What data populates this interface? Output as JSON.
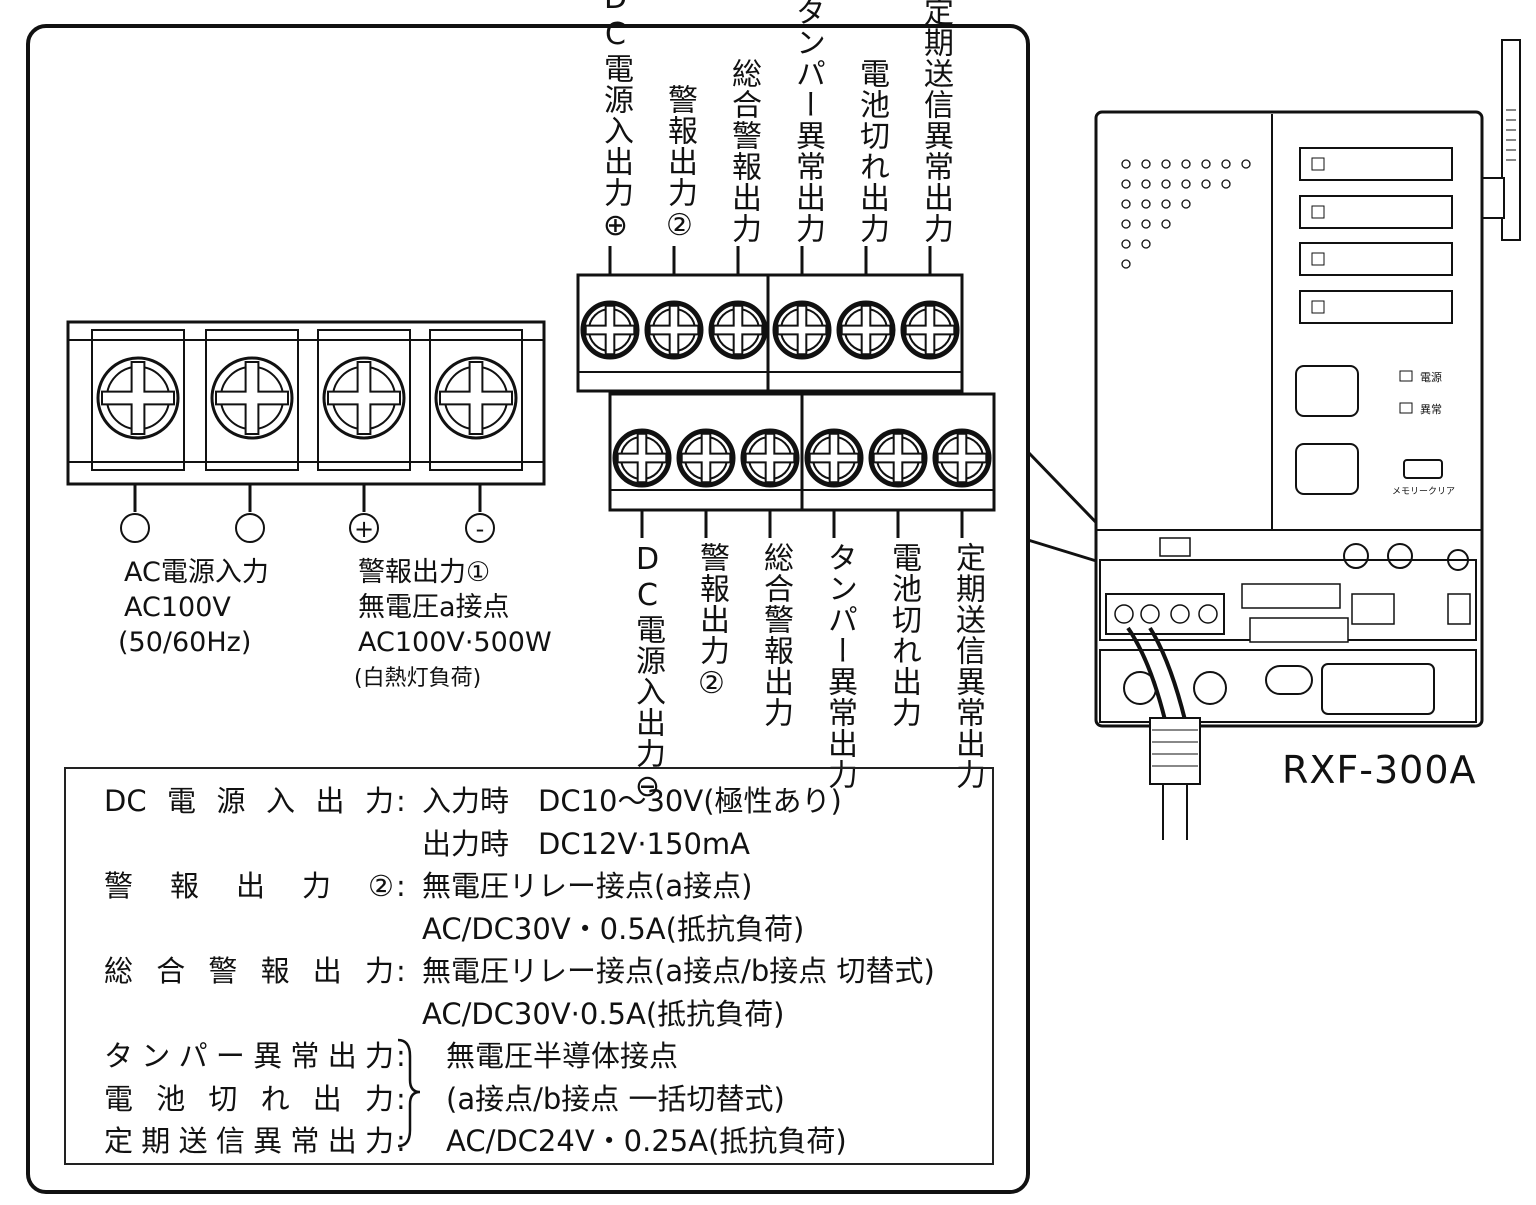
{
  "top_terminals": [
    {
      "label": "DC電源入出力",
      "sign": "⊕"
    },
    {
      "label": "警報出力",
      "sign": "②"
    },
    {
      "label": "総合警報出力",
      "sign": ""
    },
    {
      "label": "タンパー異常出力",
      "sign": ""
    },
    {
      "label": "電池切れ出力",
      "sign": ""
    },
    {
      "label": "定期送信異常出力",
      "sign": ""
    }
  ],
  "bottom_terminals": [
    {
      "label": "DC電源入出力",
      "sign": "⊖"
    },
    {
      "label": "警報出力",
      "sign": "②"
    },
    {
      "label": "総合警報出力",
      "sign": ""
    },
    {
      "label": "タンパー異常出力",
      "sign": ""
    },
    {
      "label": "電池切れ出力",
      "sign": ""
    },
    {
      "label": "定期送信異常出力",
      "sign": ""
    }
  ],
  "ac_block": {
    "ac_label_1": "AC電源入力",
    "ac_label_2": "AC100V",
    "ac_label_3": "(50/60Hz)",
    "alarm_label_1": "警報出力①",
    "alarm_label_2": "無電圧a接点",
    "alarm_label_3": "AC100V·500W",
    "alarm_label_4": "(白熱灯負荷)",
    "plus_sign": "+",
    "minus_sign": "-"
  },
  "specs": [
    {
      "label": "DC電源入出力",
      "colon": ":",
      "value": "入力時　DC10～30V(極性あり)"
    },
    {
      "label": "",
      "colon": "",
      "value": "出力時　DC12V·150mA"
    },
    {
      "label": "警報出力②",
      "colon": ":",
      "value": "無電圧リレー接点(a接点)"
    },
    {
      "label": "",
      "colon": "",
      "value": "AC/DC30V・0.5A(抵抗負荷)"
    },
    {
      "label": "総合警報出力",
      "colon": ":",
      "value": "無電圧リレー接点(a接点/b接点 切替式)"
    },
    {
      "label": "",
      "colon": "",
      "value": "AC/DC30V·0.5A(抵抗負荷)"
    },
    {
      "label": "タンパー異常出力",
      "colon": ":",
      "value": "無電圧半導体接点"
    },
    {
      "label": "電池切れ出力",
      "colon": ":",
      "value": "(a接点/b接点 一括切替式)"
    },
    {
      "label": "定期送信異常出力",
      "colon": ":",
      "value": "AC/DC24V・0.25A(抵抗負荷)"
    }
  ],
  "device": {
    "model": "RXF-300A",
    "power_label": "電源",
    "error_label": "異常",
    "memory_clear_label": "メモリークリア"
  }
}
